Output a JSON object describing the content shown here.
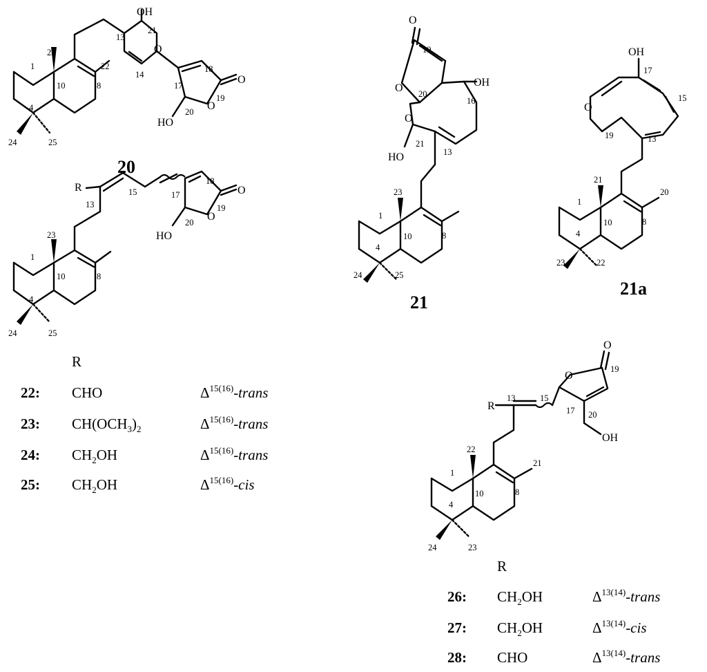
{
  "figure": {
    "compounds": {
      "c20": "20",
      "c21": "21",
      "c21a": "21a"
    },
    "atoms": {
      "oh": "OH",
      "ho": "HO",
      "o": "O",
      "r": "R"
    },
    "locants": {
      "n1": "1",
      "n4": "4",
      "n8": "8",
      "n10": "10",
      "n13": "13",
      "n14": "14",
      "n15": "15",
      "n16": "16",
      "n17": "17",
      "n18": "18",
      "n19": "19",
      "n20": "20",
      "n21": "21",
      "n22": "22",
      "n23": "23",
      "n24": "24",
      "n25": "25"
    },
    "table_a": {
      "header": "R",
      "rows": [
        {
          "id": "22:",
          "r_main": "CHO",
          "r_sub": "",
          "r_tail": "",
          "delta": "Δ",
          "delta_sup": "15(16)",
          "config": "-trans"
        },
        {
          "id": "23:",
          "r_main": "CH(OCH",
          "r_sub": "3",
          "r_tail": ")",
          "r_tail_sub": "2",
          "delta": "Δ",
          "delta_sup": "15(16)",
          "config": "-trans"
        },
        {
          "id": "24:",
          "r_main": "CH",
          "r_sub": "2",
          "r_tail": "OH",
          "delta": "Δ",
          "delta_sup": "15(16)",
          "config": "-trans"
        },
        {
          "id": "25:",
          "r_main": "CH",
          "r_sub": "2",
          "r_tail": "OH",
          "delta": "Δ",
          "delta_sup": "15(16)",
          "config": "-cis"
        }
      ]
    },
    "table_b": {
      "header": "R",
      "rows": [
        {
          "id": "26:",
          "r_main": "CH",
          "r_sub": "2",
          "r_tail": "OH",
          "delta": "Δ",
          "delta_sup": "13(14)",
          "config": "-trans"
        },
        {
          "id": "27:",
          "r_main": "CH",
          "r_sub": "2",
          "r_tail": "OH",
          "delta": "Δ",
          "delta_sup": "13(14)",
          "config": "-cis"
        },
        {
          "id": "28:",
          "r_main": "CHO",
          "r_sub": "",
          "r_tail": "",
          "delta": "Δ",
          "delta_sup": "13(14)",
          "config": "-trans"
        }
      ]
    }
  }
}
